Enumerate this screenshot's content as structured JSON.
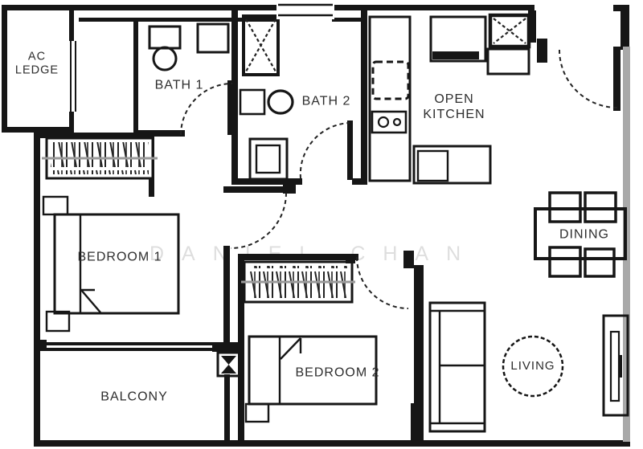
{
  "rooms": {
    "ac_ledge": {
      "label": "AC LEDGE"
    },
    "bath1": {
      "label": "BATH 1"
    },
    "bath2": {
      "label": "BATH 2"
    },
    "kitchen": {
      "label": "OPEN KITCHEN"
    },
    "bedroom1": {
      "label": "BEDROOM 1"
    },
    "dining": {
      "label": "DINING"
    },
    "bedroom2": {
      "label": "BEDROOM 2"
    },
    "balcony": {
      "label": "BALCONY"
    },
    "living": {
      "label": "LIVING"
    }
  },
  "watermark": {
    "text": "DANIEL CHAN"
  },
  "colors": {
    "wall": "#161616",
    "watermark": "#dedede",
    "label": "#2d2d2d",
    "right_wall": "#a9a9a9"
  },
  "icons": [
    "shower-icon",
    "toilet-icon",
    "basin-icon",
    "fridge-icon",
    "hob-icon",
    "sink-counter-icon",
    "vent-shaft-icon",
    "wardrobe-icon",
    "double-bed-icon",
    "single-bed-icon",
    "dining-table-icon",
    "dining-chair-icon",
    "sofa-icon",
    "tv-console-icon",
    "sliding-door-icon",
    "swing-door-icon",
    "balcony-column-icon"
  ]
}
